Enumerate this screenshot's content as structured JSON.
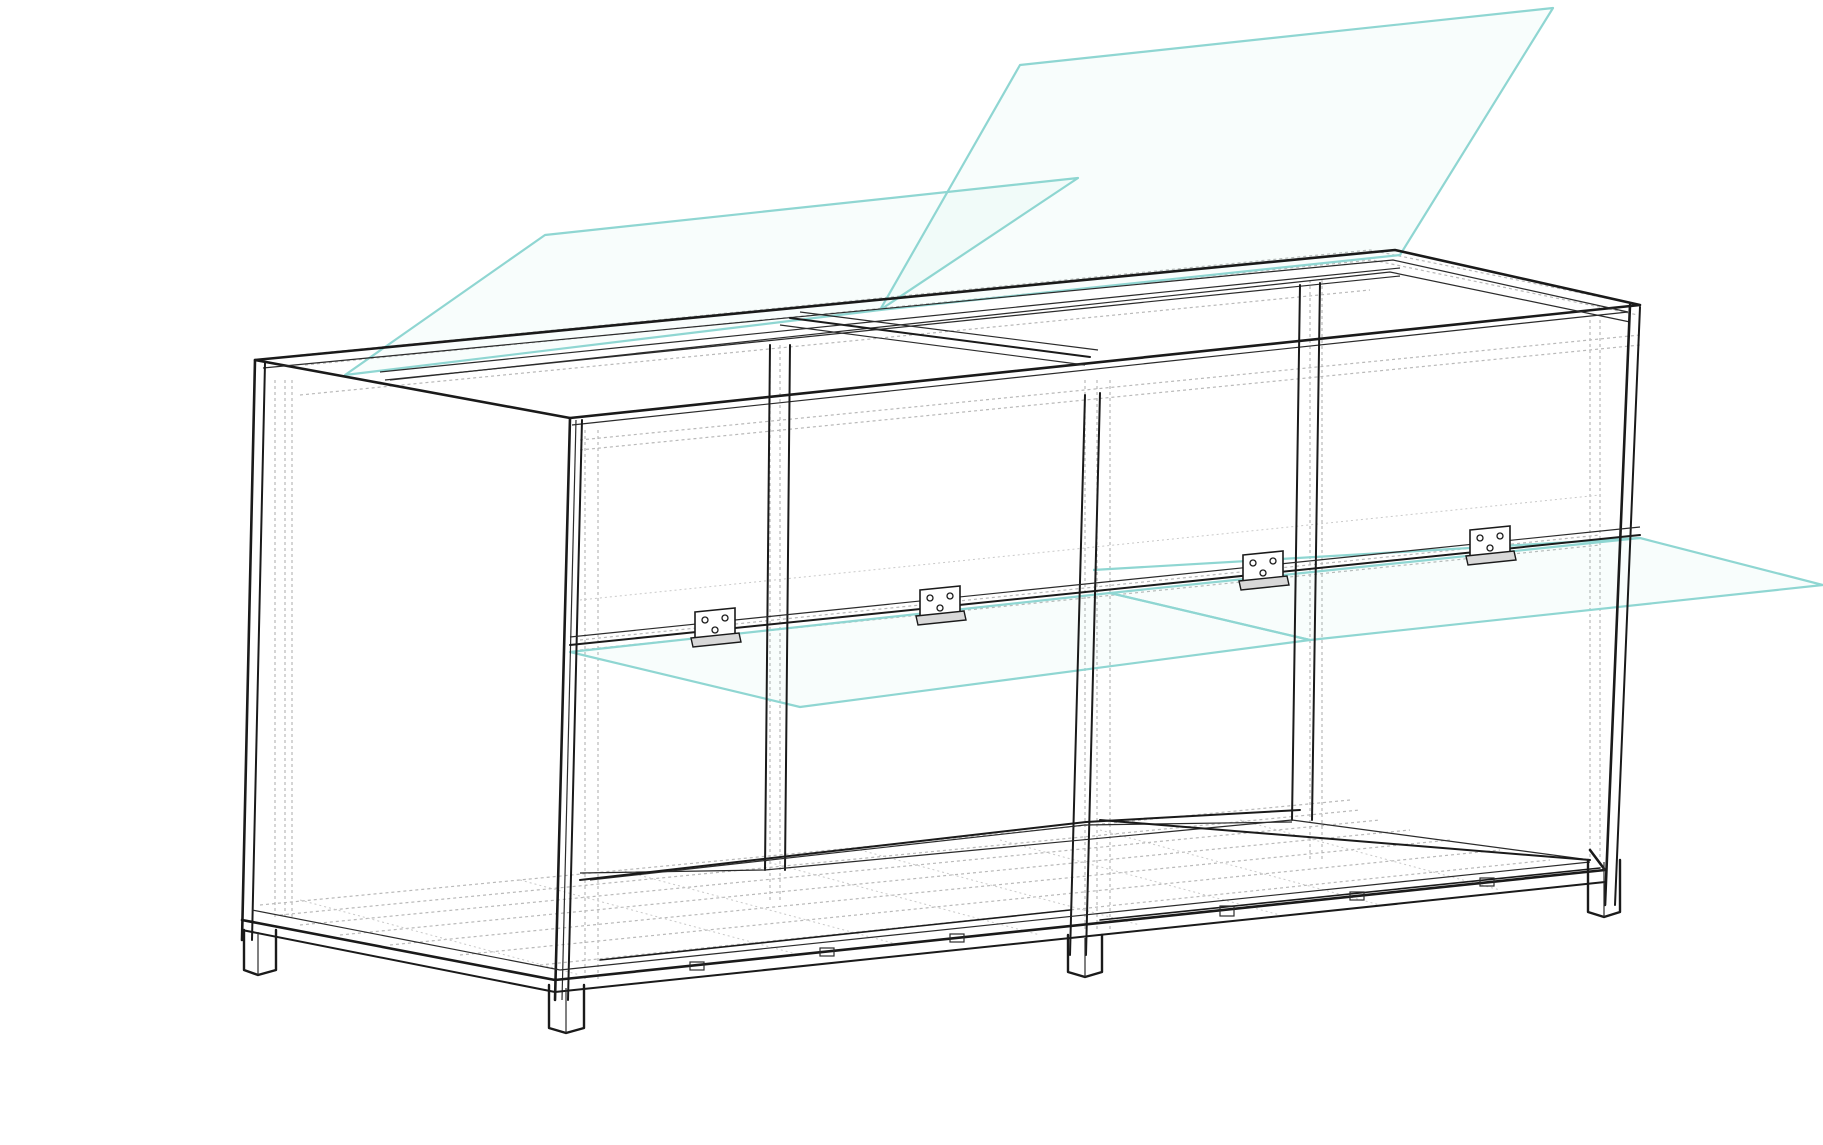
{
  "drawing": {
    "kind": "isometric-wireframe",
    "subject": "",
    "colors": {
      "solid_line": "#1a1a1a",
      "hidden_line": "#b9b9b9",
      "glass_panel": "#8fd6d2",
      "background": "#ffffff"
    },
    "hinge_count": 4,
    "glass_panel_count": 4,
    "leg_count": 4
  }
}
